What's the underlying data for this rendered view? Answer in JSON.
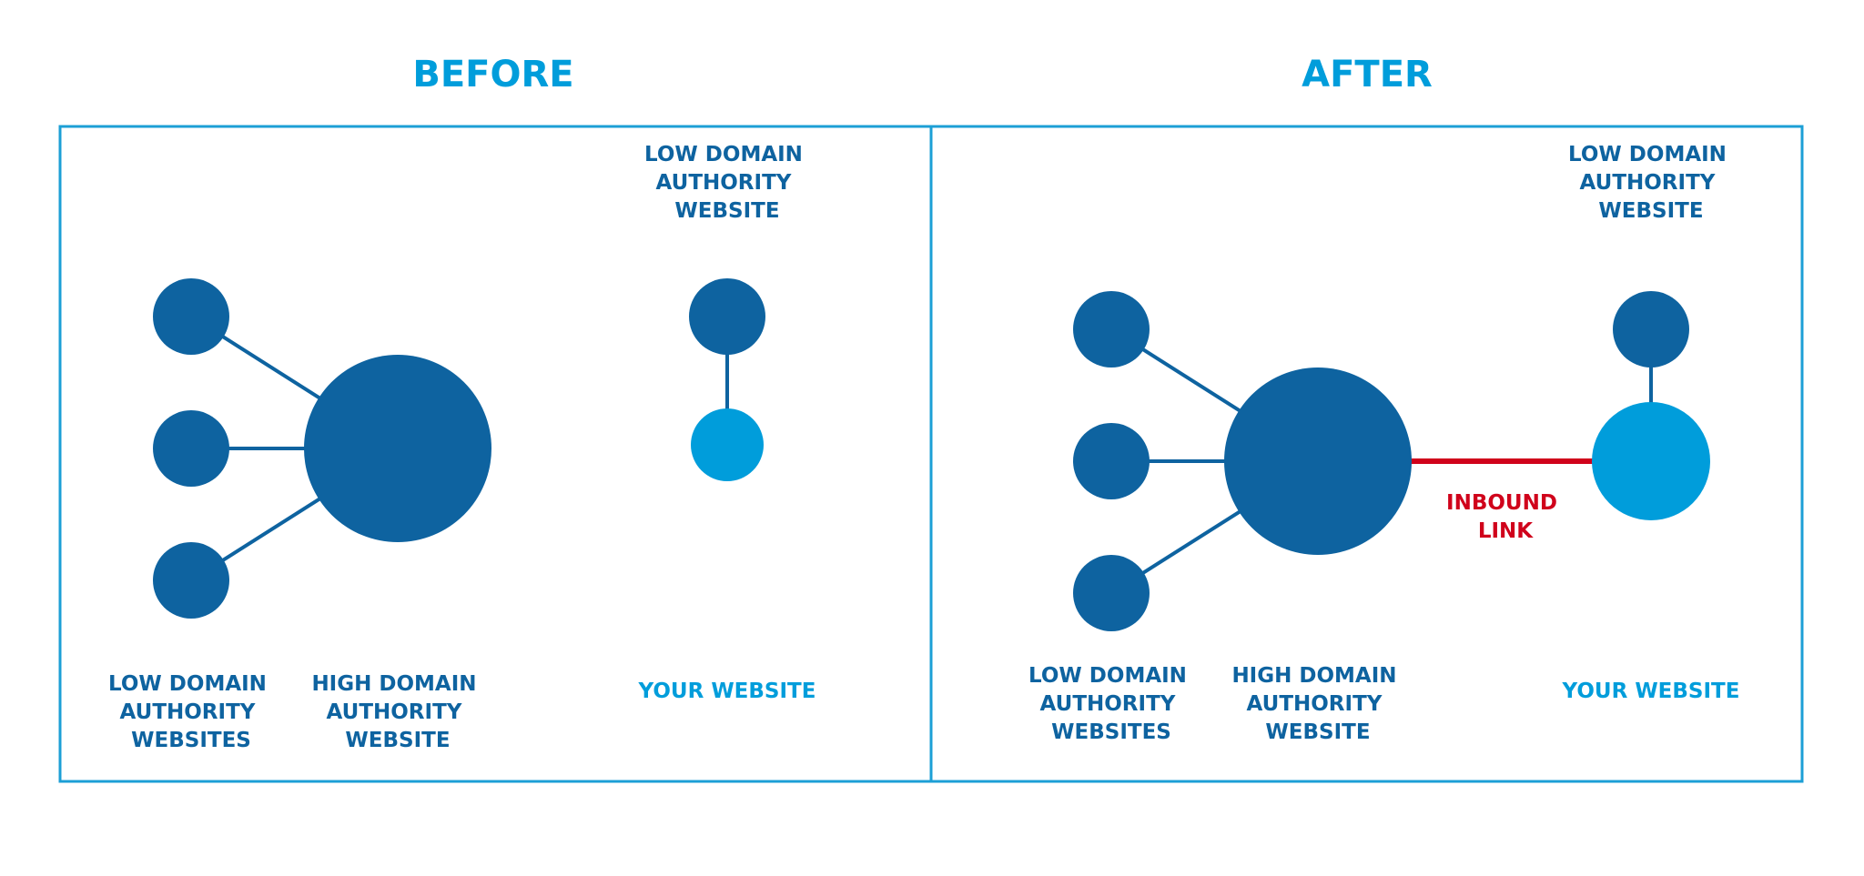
{
  "colors": {
    "dark_blue": "#0e63a0",
    "light_blue": "#009ddb",
    "heading_blue": "#009ddb",
    "inbound_red": "#d0021b",
    "frame": "#1c9fd6"
  },
  "before": {
    "heading": "BEFORE",
    "low_da_sites_label": [
      "LOW DOMAIN",
      "AUTHORITY",
      "WEBSITES"
    ],
    "high_da_site_label": [
      "HIGH DOMAIN",
      "AUTHORITY",
      "WEBSITE"
    ],
    "low_da_site_label": [
      "LOW DOMAIN",
      "AUTHORITY",
      "WEBSITE"
    ],
    "your_site_label": "YOUR WEBSITE"
  },
  "after": {
    "heading": "AFTER",
    "low_da_sites_label": [
      "LOW DOMAIN",
      "AUTHORITY",
      "WEBSITES"
    ],
    "high_da_site_label": [
      "HIGH DOMAIN",
      "AUTHORITY",
      "WEBSITE"
    ],
    "low_da_site_label": [
      "LOW DOMAIN",
      "AUTHORITY",
      "WEBSITE"
    ],
    "your_site_label": "YOUR WEBSITE",
    "inbound_link_label": [
      "INBOUND",
      "LINK"
    ]
  }
}
